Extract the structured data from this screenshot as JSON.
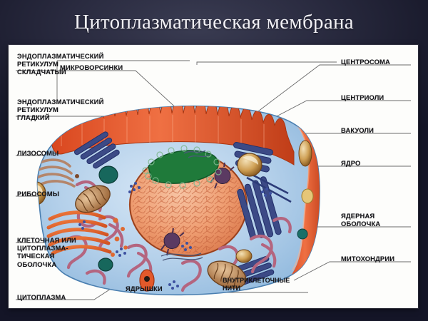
{
  "slide": {
    "title": "Цитоплазматическая мембрана",
    "background_color": "#1b1c2e",
    "title_color": "#f2f1f6",
    "panel_color": "#fdfdfb"
  },
  "figure": {
    "name": "eukaryotic-cell-diagram",
    "colors": {
      "cytoplasm": "#aecbe8",
      "membrane": "#e2572a",
      "microvilli": "#e4532a",
      "nucleus": "#f0a074",
      "nucleolus": "#5e3f63",
      "er_rough": "#3c4a86",
      "er_smooth": "#c4708f",
      "golgi": "#e2622c",
      "lysosome": "#176a5c",
      "vacuole": "#c99247",
      "centrosome": "#1f7a3a",
      "leader_line": "#5a5a5a"
    }
  },
  "labels": {
    "er_rough": "ЭНДОПЛАЗМАТИЧЕСКИЙ\nРЕТИКУЛУМ\nСКЛАДЧАТЫЙ",
    "er_smooth": "ЭНДОПЛАЗМАТИЧЕСКИЙ\nРЕТИКУЛУМ\nГЛАДКИЙ",
    "lysosomes": "ЛИЗОСОМЫ",
    "ribosomes": "РИБОСОМЫ",
    "cell_membrane": "КЛЕТОЧНАЯ ИЛИ\nЦИТОПЛАЗМА-\nТИЧЕСКАЯ\nОБОЛОЧКА",
    "cytoplasm": "ЦИТОПЛАЗМА",
    "microvilli": "МИКРОВОРСИНКИ",
    "nucleoli": "ЯДРЫШКИ",
    "intracellular_filaments": "ВНУТРИКЛЕТОЧНЫЕ\nНИТИ",
    "centrosome": "ЦЕНТРОСОМА",
    "centrioles": "ЦЕНТРИОЛИ",
    "vacuoles": "ВАКУОЛИ",
    "nucleus": "ЯДРО",
    "nuclear_envelope": "ЯДЕРНАЯ\nОБОЛОЧКА",
    "mitochondria": "МИТОХОНДРИИ"
  }
}
